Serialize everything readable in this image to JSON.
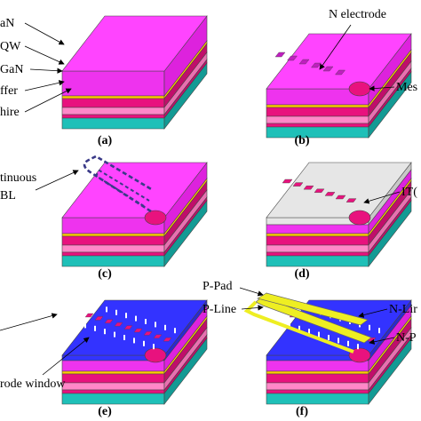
{
  "colors": {
    "p_gan": "#ff44ff",
    "p_gan_front": "#ee33ee",
    "p_gan_side": "#dd22dd",
    "mqw": "#ffcc00",
    "n_gan": "#e8127e",
    "buffer": "#ff88c8",
    "sapphire": "#1fc0b8",
    "sapphire_dark": "#139a94",
    "ito": "#e6e6e6",
    "ito_side": "#c8c8c8",
    "dielectric": "#3333ff",
    "dielectric_side": "#2a2ad0",
    "pad": "#eeee22",
    "cbl": "#3a3a88"
  },
  "panels": {
    "a": {
      "caption": "(a)",
      "layer_labels": [
        "aN",
        "QW",
        "GaN",
        "ffer",
        "hire"
      ]
    },
    "b": {
      "caption": "(b)",
      "n_electrode_label": "N electrode",
      "mesa_label": "Mes"
    },
    "c": {
      "caption": "(c)",
      "cbl_label_line1": "tinuous",
      "cbl_label_line2": "BL"
    },
    "d": {
      "caption": "(d)",
      "ito_label": "IT("
    },
    "e": {
      "caption": "(e)",
      "window_label": "rode window"
    },
    "f": {
      "caption": "(f)",
      "p_pad_label": "P-Pad",
      "p_line_label": "P-Line",
      "n_line_label": "N-Lir",
      "n_pad_label": "N-P"
    }
  }
}
